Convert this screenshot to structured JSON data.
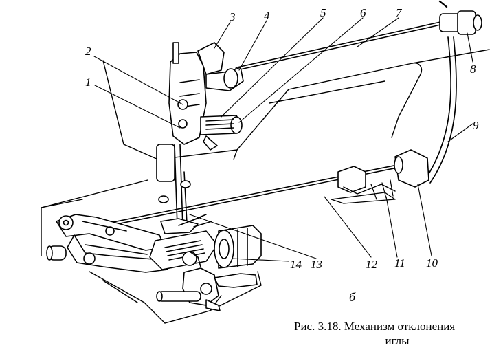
{
  "labels": [
    "1",
    "2",
    "3",
    "4",
    "5",
    "6",
    "7",
    "8",
    "9",
    "10",
    "11",
    "12",
    "13",
    "14"
  ],
  "sublabel": "б",
  "caption": {
    "line1": "Рис. 3.18. Механизм отклонения",
    "line2": "иглы"
  }
}
